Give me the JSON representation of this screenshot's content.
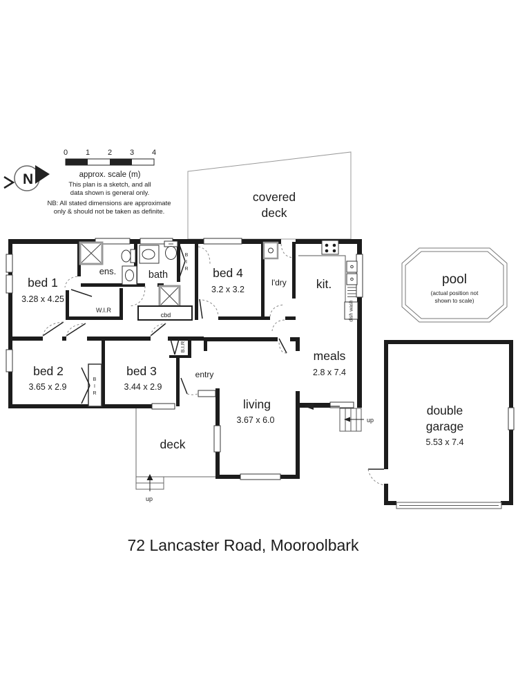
{
  "address": "72 Lancaster Road, Mooroolbark",
  "legend": {
    "north": "N",
    "scale_ticks": [
      "0",
      "1",
      "2",
      "3",
      "4"
    ],
    "scale_caption": "approx. scale (m)",
    "sketch_note_1": "This plan is a sketch, and all",
    "sketch_note_2": "data shown is general only.",
    "nb_note_1": "NB: All stated dimensions are approximate",
    "nb_note_2": "only & should not be taken as definite."
  },
  "rooms": {
    "covered_deck": {
      "name_1": "covered",
      "name_2": "deck"
    },
    "bed1": {
      "name": "bed 1",
      "dims": "3.28 x 4.25"
    },
    "ens": {
      "name": "ens."
    },
    "bath": {
      "name": "bath"
    },
    "bed4": {
      "name": "bed 4",
      "dims": "3.2 x 3.2"
    },
    "ldry": {
      "name": "l'dry"
    },
    "kit": {
      "name": "kit."
    },
    "meals": {
      "name": "meals",
      "dims": "2.8 x 7.4"
    },
    "bed2": {
      "name": "bed 2",
      "dims": "3.65 x 2.9"
    },
    "bed3": {
      "name": "bed 3",
      "dims": "3.44 x 2.9"
    },
    "entry": {
      "name": "entry"
    },
    "living": {
      "name": "living",
      "dims": "3.67 x 6.0"
    },
    "deck": {
      "name": "deck"
    },
    "garage": {
      "name_1": "double",
      "name_2": "garage",
      "dims": "5.53 x 7.4"
    },
    "pool": {
      "name": "pool",
      "note_1": "(actual position not",
      "note_2": "shown to scale)"
    },
    "wir": {
      "name": "W.I.R"
    },
    "cbd": {
      "name": "cbd"
    }
  },
  "fixtures": {
    "robe_letters": [
      "B",
      "I",
      "R"
    ],
    "bir_label": "B.I.R",
    "dish_wash": "dish wash",
    "up": "up"
  },
  "colors": {
    "wall": "#1c1c1c",
    "thin_line": "#777777",
    "text": "#1c1c1c"
  }
}
